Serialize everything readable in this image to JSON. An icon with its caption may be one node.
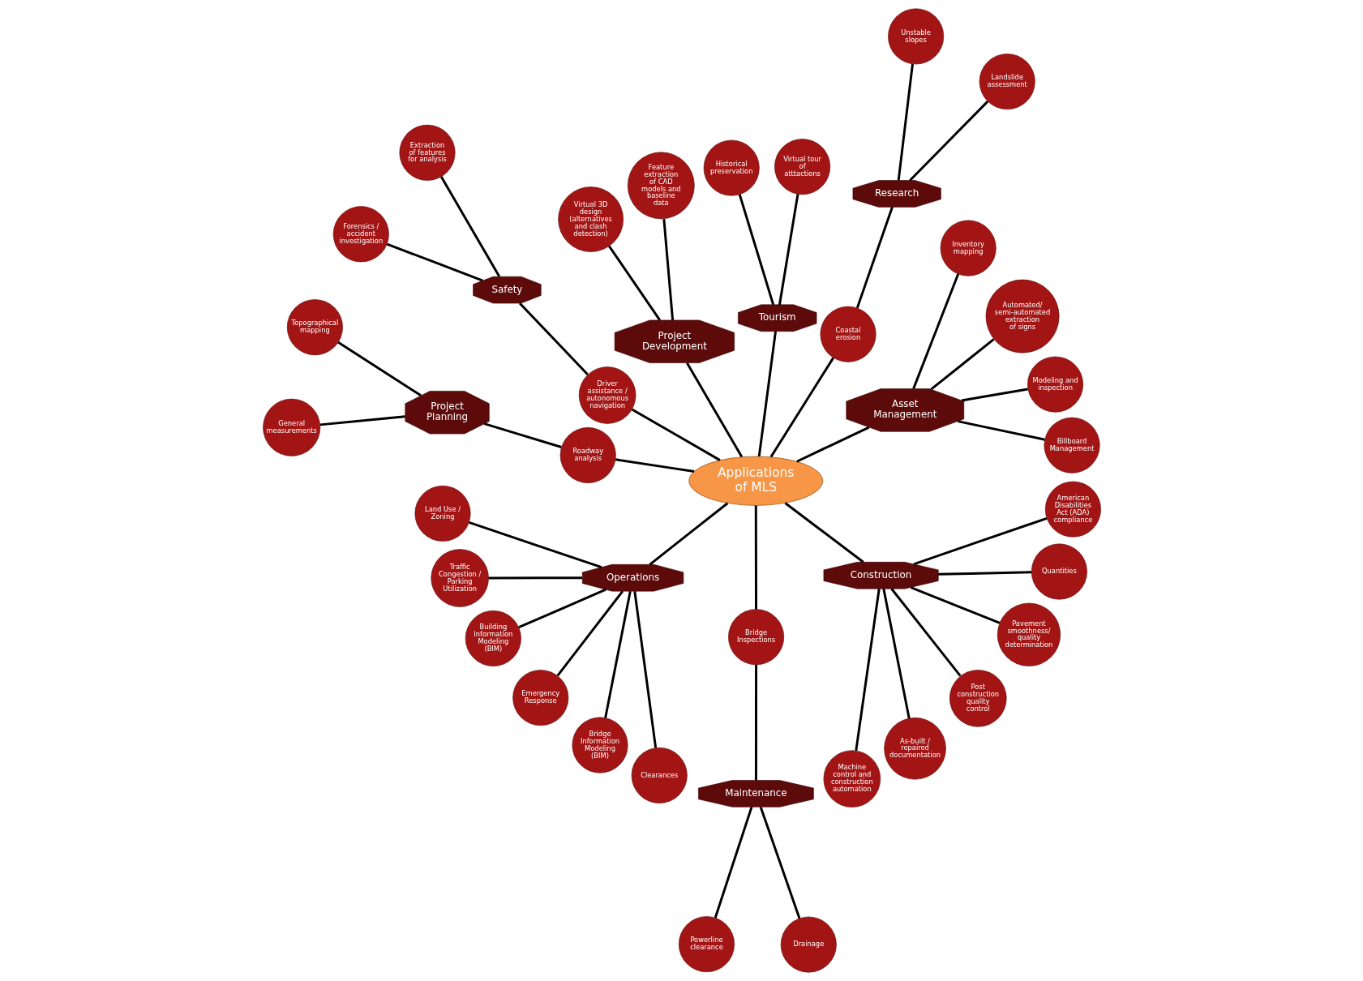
{
  "diagram": {
    "nodes": [
      {
        "text": [
          "Applications of MLS"
        ]
      },
      {
        "text": [
          "Asset Management"
        ]
      },
      {
        "text": [
          "Billboard Management"
        ]
      },
      {
        "text": [
          "Modeling and inspection"
        ]
      },
      {
        "text": [
          "Automated/ semi-automated extraction of signs"
        ]
      },
      {
        "text": [
          "Inventory mapping"
        ]
      },
      {
        "text": [
          "Research"
        ]
      },
      {
        "text": [
          "Landslide assessment"
        ]
      },
      {
        "text": [
          "Unstable slopes"
        ]
      },
      {
        "text": [
          "Coastal erosion"
        ]
      },
      {
        "text": [
          "Tourism"
        ]
      },
      {
        "text": [
          "Virtual tour of atttactions"
        ]
      },
      {
        "text": [
          "Historical preservation"
        ]
      },
      {
        "text": [
          "Project Development"
        ]
      },
      {
        "text": [
          "Feature extraction of CAD models and baseline data"
        ]
      },
      {
        "text": [
          "Virtual 3D design (alternatives and clash detection)"
        ]
      },
      {
        "text": [
          "Safety"
        ]
      },
      {
        "text": [
          "Extraction of features for analysis"
        ]
      },
      {
        "text": [
          "Forensics / accident investigation"
        ]
      },
      {
        "text": [
          "Driver assistance / autonomous navigation"
        ]
      },
      {
        "text": [
          "Project Planning"
        ]
      },
      {
        "text": [
          "Roadway analysis"
        ]
      },
      {
        "text": [
          "Topographical mapping"
        ]
      },
      {
        "text": [
          "General measurements"
        ]
      },
      {
        "text": [
          "Operations"
        ]
      },
      {
        "text": [
          "Land Use / Zoning"
        ]
      },
      {
        "text": [
          "Traffic Congestion / Parking Utilization"
        ]
      },
      {
        "text": [
          "Building Information Modeling (BIM)"
        ]
      },
      {
        "text": [
          "Emergency Response"
        ]
      },
      {
        "text": [
          "Bridge Information Modeling (BIM)"
        ]
      },
      {
        "text": [
          "Clearances"
        ]
      },
      {
        "text": [
          "Maintenance"
        ]
      },
      {
        "text": [
          "Bridge Inspections"
        ]
      },
      {
        "text": [
          "Powerline clearance"
        ]
      },
      {
        "text": [
          "Drainage"
        ]
      },
      {
        "text": [
          "Construction"
        ]
      },
      {
        "text": [
          "Machine control and construction automation"
        ]
      },
      {
        "text": [
          "As-built / repaired documentation"
        ]
      },
      {
        "text": [
          "Post construction quality control"
        ]
      },
      {
        "text": [
          "Pavement smoothness/ quality determination"
        ]
      },
      {
        "text": [
          "Quantities"
        ]
      },
      {
        "text": [
          "American Disabilities Act (ADA) compliance"
        ]
      }
    ],
    "edges": [
      {
        "from": 0,
        "to": 1,
        "arrow": "none"
      },
      {
        "from": 1,
        "to": 2,
        "arrow": "none"
      },
      {
        "from": 1,
        "to": 3,
        "arrow": "none"
      },
      {
        "from": 1,
        "to": 4,
        "arrow": "none"
      },
      {
        "from": 1,
        "to": 5,
        "arrow": "none"
      },
      {
        "from": 0,
        "to": 9,
        "arrow": "none"
      },
      {
        "from": 9,
        "to": 6,
        "arrow": "none"
      },
      {
        "from": 6,
        "to": 7,
        "arrow": "none"
      },
      {
        "from": 6,
        "to": 8,
        "arrow": "none"
      },
      {
        "from": 0,
        "to": 10,
        "arrow": "none"
      },
      {
        "from": 10,
        "to": 11,
        "arrow": "none"
      },
      {
        "from": 10,
        "to": 12,
        "arrow": "none"
      },
      {
        "from": 0,
        "to": 13,
        "arrow": "none"
      },
      {
        "from": 13,
        "to": 14,
        "arrow": "none"
      },
      {
        "from": 13,
        "to": 15,
        "arrow": "none"
      },
      {
        "from": 0,
        "to": 19,
        "arrow": "none"
      },
      {
        "from": 19,
        "to": 16,
        "arrow": "none"
      },
      {
        "from": 16,
        "to": 17,
        "arrow": "none"
      },
      {
        "from": 16,
        "to": 18,
        "arrow": "none"
      },
      {
        "from": 0,
        "to": 21,
        "arrow": "none"
      },
      {
        "from": 21,
        "to": 20,
        "arrow": "none"
      },
      {
        "from": 20,
        "to": 22,
        "arrow": "none"
      },
      {
        "from": 20,
        "to": 23,
        "arrow": "none"
      },
      {
        "from": 0,
        "to": 24,
        "arrow": "none"
      },
      {
        "from": 24,
        "to": 25,
        "arrow": "none"
      },
      {
        "from": 24,
        "to": 26,
        "arrow": "none"
      },
      {
        "from": 24,
        "to": 27,
        "arrow": "none"
      },
      {
        "from": 24,
        "to": 28,
        "arrow": "none"
      },
      {
        "from": 24,
        "to": 29,
        "arrow": "none"
      },
      {
        "from": 24,
        "to": 30,
        "arrow": "none"
      },
      {
        "from": 0,
        "to": 32,
        "arrow": "none"
      },
      {
        "from": 32,
        "to": 31,
        "arrow": "none"
      },
      {
        "from": 31,
        "to": 33,
        "arrow": "none"
      },
      {
        "from": 31,
        "to": 34,
        "arrow": "none"
      },
      {
        "from": 0,
        "to": 35,
        "arrow": "none"
      },
      {
        "from": 35,
        "to": 36,
        "arrow": "none"
      },
      {
        "from": 35,
        "to": 37,
        "arrow": "none"
      },
      {
        "from": 35,
        "to": 38,
        "arrow": "none"
      },
      {
        "from": 35,
        "to": 39,
        "arrow": "none"
      },
      {
        "from": 35,
        "to": 40,
        "arrow": "none"
      },
      {
        "from": 35,
        "to": 41,
        "arrow": "none"
      }
    ]
  }
}
